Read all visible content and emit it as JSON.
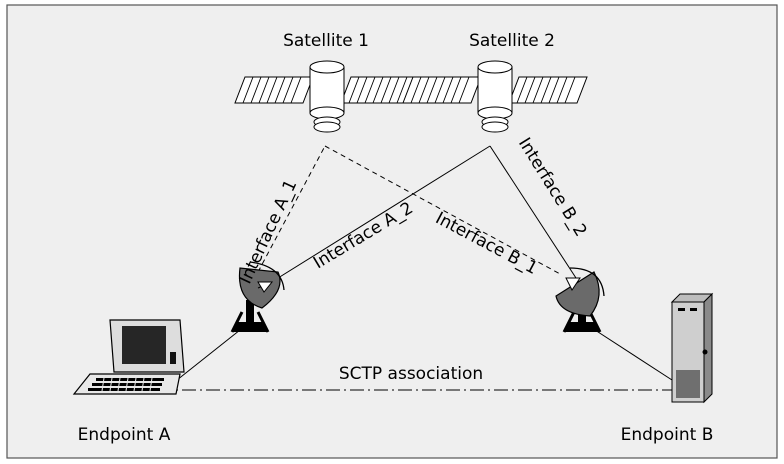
{
  "diagram": {
    "satellites": [
      {
        "label": "Satellite 1"
      },
      {
        "label": "Satellite 2"
      }
    ],
    "interfaces": {
      "a1": "Interface A_1",
      "a2": "Interface A_2",
      "b1": "Interface B_1",
      "b2": "Interface B_2"
    },
    "association": "SCTP association",
    "endpoints": {
      "a": "Endpoint A",
      "b": "Endpoint B"
    }
  }
}
